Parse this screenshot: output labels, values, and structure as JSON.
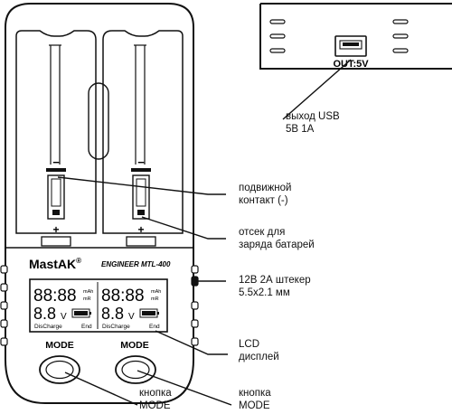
{
  "device": {
    "brand": "MastAK",
    "brand_mark": "®",
    "model": "ENGINEER MTL-400",
    "usb_port_label": "OUT:5V",
    "buttons": [
      {
        "label": "MODE"
      },
      {
        "label": "MODE"
      }
    ],
    "cell_plus": "+",
    "cell_minus": "−",
    "lcd": {
      "digits": "88:88",
      "unit_top": "mAh",
      "unit_bottom": "mR",
      "voltage_digits": "8.8",
      "voltage_unit": "V",
      "mode_left": "DisCharge",
      "mode_right": "End"
    }
  },
  "callouts": {
    "usb_output": {
      "line1": "выход USB",
      "line2": "5В 1А"
    },
    "moving_contact": {
      "line1": "подвижной",
      "line2": "контакт (-)"
    },
    "battery_bay": {
      "line1": "отсек для",
      "line2": "заряда батарей"
    },
    "power_plug": {
      "line1": "12В 2А штекер",
      "line2": "5.5x2.1 мм"
    },
    "lcd_display": {
      "line1": "LCD",
      "line2": "дисплей"
    },
    "button_left": {
      "line1": "кнопка",
      "line2": "MODE"
    },
    "button_right": {
      "line1": "кнопка",
      "line2": "MODE"
    }
  }
}
